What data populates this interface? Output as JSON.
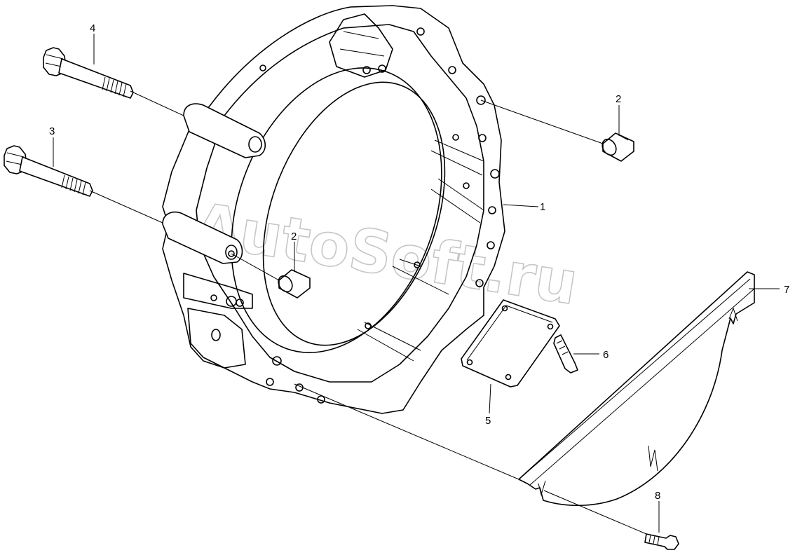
{
  "watermark": "AutoSoft.ru",
  "callouts": {
    "c1": "1",
    "c2a": "2",
    "c2b": "2",
    "c3": "3",
    "c4": "4",
    "c5": "5",
    "c6": "6",
    "c7": "7",
    "c8": "8"
  }
}
